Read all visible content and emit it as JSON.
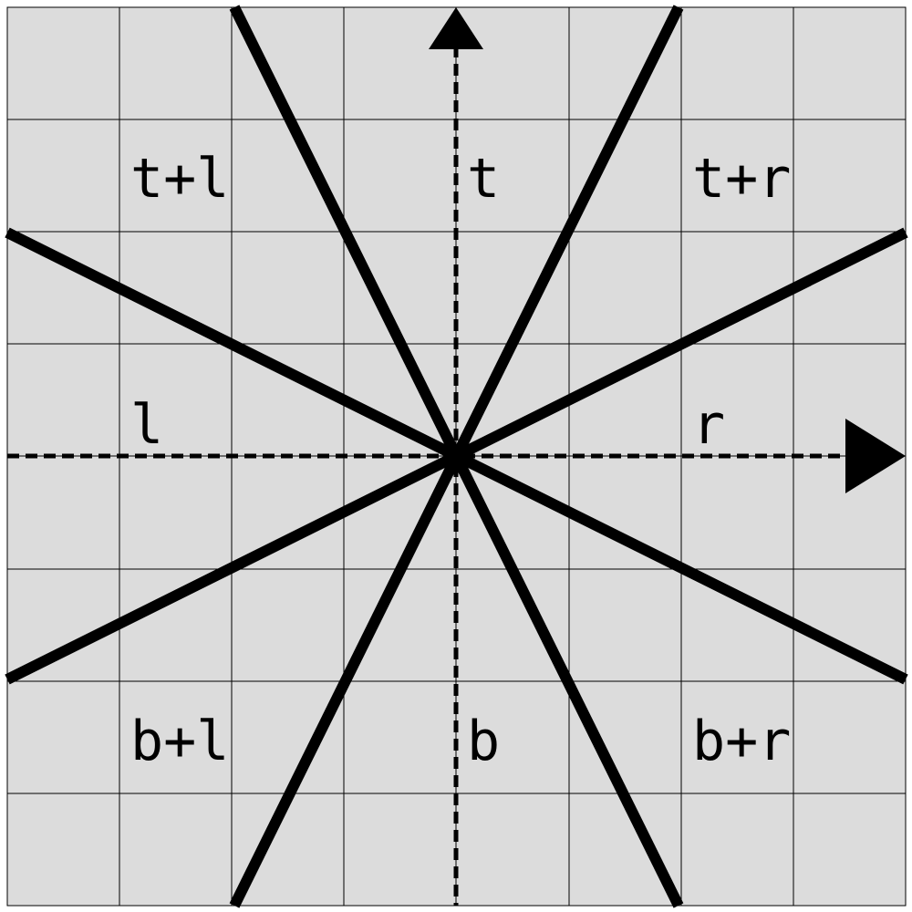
{
  "colors": {
    "background": "#dcdcdc",
    "grid_line": "#000000",
    "stroke": "#000000",
    "text": "#000000"
  },
  "grid": {
    "rows": 8,
    "columns": 8
  },
  "axes": {
    "horizontal": {
      "style": "dashed",
      "arrow": "right"
    },
    "vertical": {
      "style": "dashed",
      "arrow": "up"
    }
  },
  "lines": [
    {
      "name": "steep-diagonal-up",
      "slope": "steep"
    },
    {
      "name": "steep-diagonal-down",
      "slope": "steep"
    },
    {
      "name": "shallow-diagonal-up",
      "slope": "shallow"
    },
    {
      "name": "shallow-diagonal-down",
      "slope": "shallow"
    }
  ],
  "labels": {
    "top_left": "t+l",
    "top": "t",
    "top_right": "t+r",
    "left": "l",
    "right": "r",
    "bottom_left": "b+l",
    "bottom": "b",
    "bottom_right": "b+r"
  }
}
